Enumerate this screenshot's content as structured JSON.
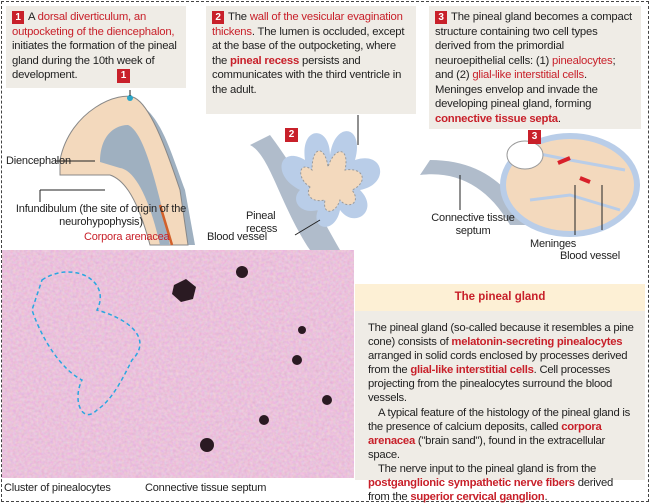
{
  "boxes": [
    {
      "num": "1",
      "segments": [
        {
          "t": "A "
        },
        {
          "t": "dorsal diverticulum, an outpocketing of the diencephalon,",
          "r": true
        },
        {
          "t": " initiates the formation of the pineal gland during the 10th week of development."
        }
      ]
    },
    {
      "num": "2",
      "segments": [
        {
          "t": "The "
        },
        {
          "t": "wall of the vesicular evagination thickens",
          "r": true
        },
        {
          "t": ". The lumen is occluded, except at the base of the outpocketing, where the "
        },
        {
          "t": "pineal recess",
          "r": true,
          "b": true
        },
        {
          "t": " persists and communicates with the third ventricle in the adult."
        }
      ]
    },
    {
      "num": "3",
      "segments": [
        {
          "t": "The pineal gland becomes a compact structure containing two cell types derived from the primordial neuroepithelial cells: (1) "
        },
        {
          "t": "pinealocytes",
          "r": true
        },
        {
          "t": "; and (2) "
        },
        {
          "t": "glial-like interstitial cells",
          "r": true
        },
        {
          "t": ". Meninges envelop and invade the developing pineal gland, forming "
        },
        {
          "t": "connective tissue septa",
          "r": true,
          "b": true
        },
        {
          "t": "."
        }
      ]
    }
  ],
  "diagram_tags": [
    "1",
    "2",
    "3"
  ],
  "labels": {
    "diencephalon": "Diencephalon",
    "infundibulum": "Infundibulum (the site of origin of the neurohypophysis)",
    "pineal_recess": "Pineal recess",
    "ct_septum": "Connective tissue septum",
    "meninges": "Meninges",
    "blood_vessel_3": "Blood vessel",
    "corpora": "Corpora arenacea",
    "blood_vessel_m": "Blood vessel",
    "cluster": "Cluster of pinealocytes",
    "ct_septum_m": "Connective tissue septum"
  },
  "info": {
    "title": "The pineal gland",
    "paragraphs": [
      [
        {
          "t": "The pineal gland (so-called because it resembles a pine cone) consists of "
        },
        {
          "t": "melatonin-secreting pinealocytes",
          "r": true,
          "b": true
        },
        {
          "t": " arranged in solid cords enclosed by processes derived from the "
        },
        {
          "t": "glial-like interstitial cells",
          "r": true,
          "b": true
        },
        {
          "t": ". Cell processes projecting from the pinealocytes surround the blood vessels."
        }
      ],
      [
        {
          "t": "A typical feature of the histology of the pineal gland is the presence of calcium deposits, called "
        },
        {
          "t": "corpora arenacea",
          "r": true,
          "b": true
        },
        {
          "t": " (\"brain sand\"), found in the extracellular space."
        }
      ],
      [
        {
          "t": "The nerve input to the pineal gland is from the "
        },
        {
          "t": "postganglionic sympathetic nerve fibers",
          "r": true,
          "b": true
        },
        {
          "t": " derived from the "
        },
        {
          "t": "superior cervical ganglion",
          "r": true,
          "b": true
        },
        {
          "t": "."
        }
      ]
    ]
  },
  "colors": {
    "accent": "#c8202a",
    "panel": "#efece6",
    "title_bg": "#fdf0d5",
    "tissue": "#f3d9bd",
    "epithelium": "#b9cde8",
    "histology": "#d98fb6"
  }
}
